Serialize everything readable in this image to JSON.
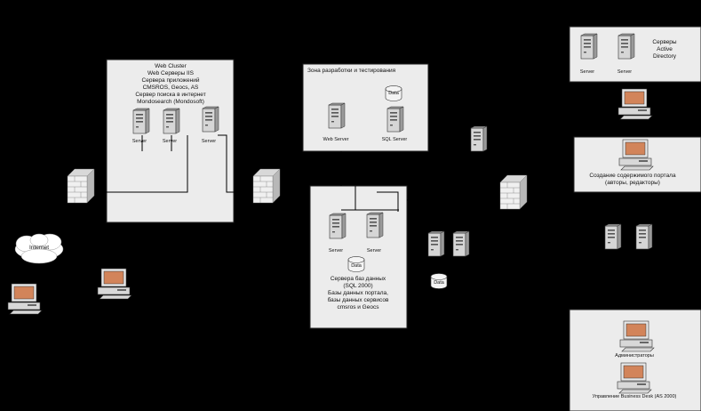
{
  "colors": {
    "background": "#000000",
    "panel": "#ececec",
    "screen": "#d2845a"
  },
  "icons": [
    "server-icon",
    "workstation-icon",
    "database-icon",
    "firewall-icon",
    "cloud-icon"
  ],
  "internet": {
    "label": "Internet"
  },
  "web_cluster": {
    "lines": [
      "Web Cluster",
      "Web Серверы IIS",
      "Сервера приложений",
      "СМSROS, Geocs, AS",
      "Сервер поиска в интернет",
      "Mondosearch (Mondosoft)"
    ],
    "servers": [
      "Server",
      "Server",
      "Server"
    ]
  },
  "dev_test": {
    "title": "Зона разработки и тестирования",
    "db_label": "Data",
    "servers": [
      "Web Server",
      "SQL Server"
    ]
  },
  "db_servers": {
    "servers": [
      "Server",
      "Server"
    ],
    "db_label": "Data",
    "lines": [
      "Сервера баз данных",
      "(SQL 2000)",
      "Базы данных портала,",
      "базы данных сервисов",
      "cmsros и Geocs"
    ]
  },
  "middle": {
    "db_label": "Data"
  },
  "ad": {
    "servers": [
      "Server",
      "Server"
    ],
    "lines": [
      "Серверы",
      "Active",
      "Directory"
    ]
  },
  "content": {
    "lines": [
      "Создание содержимого портала",
      "(авторы, редакторы)"
    ]
  },
  "admin": {
    "labels": [
      "Администраторы",
      "Управление Business Desk (AS 2000)"
    ]
  }
}
